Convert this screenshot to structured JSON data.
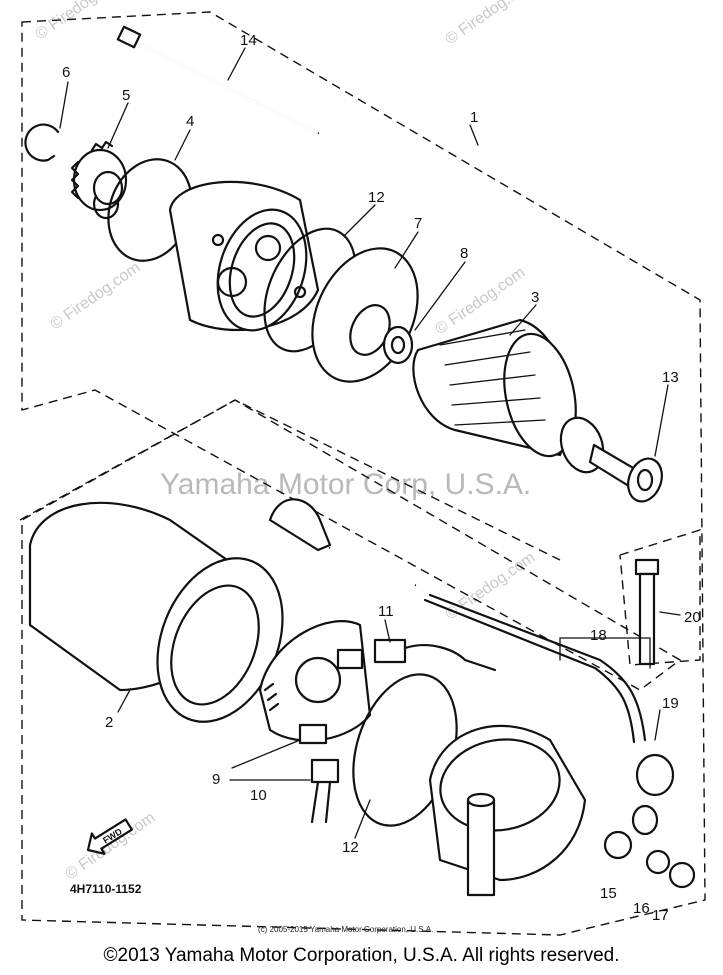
{
  "diagram": {
    "part_code": "4H7110-1152",
    "fwd_label": "FWD",
    "watermark_center": "Yamaha Motor Corp, U.S.A.",
    "watermark_tile": "© Firedog.com",
    "fine_print": "(c) 2005-2015 Yamaha Motor Corporation, U.S.A.",
    "callouts": {
      "c1": "1",
      "c2": "2",
      "c3": "3",
      "c4": "4",
      "c5": "5",
      "c6": "6",
      "c7": "7",
      "c8": "8",
      "c9": "9",
      "c10": "10",
      "c11": "11",
      "c12a": "12",
      "c12b": "12",
      "c13": "13",
      "c14": "14",
      "c15": "15",
      "c16": "16",
      "c17": "17",
      "c18": "18",
      "c19": "19",
      "c20": "20"
    }
  },
  "footer": {
    "copyright": "©2013 Yamaha Motor Corporation, U.S.A. All rights reserved."
  }
}
